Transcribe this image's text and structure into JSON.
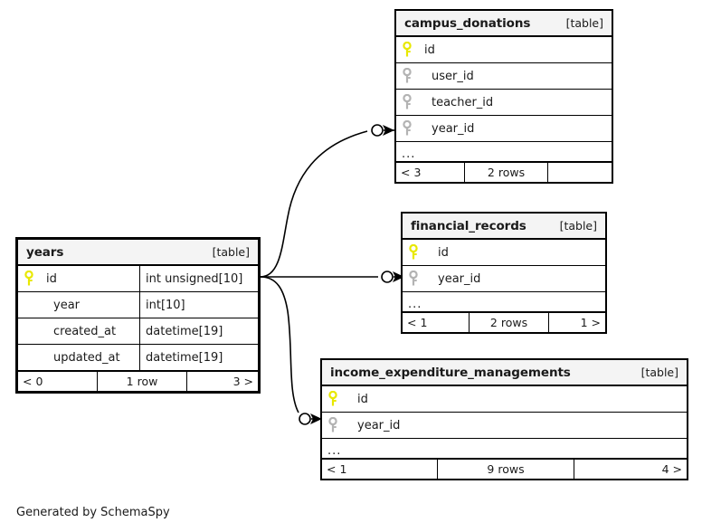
{
  "diagram": {
    "generator_credit": "Generated by SchemaSpy",
    "table_tag": "[table]",
    "ellipsis": "...",
    "colors": {
      "primary_key": "#e8e800",
      "foreign_key": "#b3b3b3",
      "border": "#000000",
      "header_background": "#f4f4f4",
      "background": "#ffffff",
      "text": "#1a1a1a"
    },
    "tables": [
      {
        "id": "campus_donations",
        "name": "campus_donations",
        "type_tag": "[table]",
        "columns": [
          {
            "name": "id",
            "key": "primary",
            "type": ""
          },
          {
            "name": "user_id",
            "key": "foreign",
            "type": ""
          },
          {
            "name": "teacher_id",
            "key": "foreign",
            "type": ""
          },
          {
            "name": "year_id",
            "key": "foreign",
            "type": ""
          }
        ],
        "has_ellipsis": true,
        "footer": {
          "left": "< 3",
          "center": "2 rows",
          "right": ""
        }
      },
      {
        "id": "financial_records",
        "name": "financial_records",
        "type_tag": "[table]",
        "columns": [
          {
            "name": "id",
            "key": "primary",
            "type": ""
          },
          {
            "name": "year_id",
            "key": "foreign",
            "type": ""
          }
        ],
        "has_ellipsis": true,
        "footer": {
          "left": "< 1",
          "center": "2 rows",
          "right": "1 >"
        }
      },
      {
        "id": "income_expenditure_managements",
        "name": "income_expenditure_managements",
        "type_tag": "[table]",
        "columns": [
          {
            "name": "id",
            "key": "primary",
            "type": ""
          },
          {
            "name": "year_id",
            "key": "foreign",
            "type": ""
          }
        ],
        "has_ellipsis": true,
        "footer": {
          "left": "< 1",
          "center": "9 rows",
          "right": "4 >"
        }
      },
      {
        "id": "years",
        "name": "years",
        "type_tag": "[table]",
        "columns": [
          {
            "name": "id",
            "key": "primary",
            "type": "int unsigned[10]"
          },
          {
            "name": "year",
            "key": "none",
            "type": "int[10]"
          },
          {
            "name": "created_at",
            "key": "none",
            "type": "datetime[19]"
          },
          {
            "name": "updated_at",
            "key": "none",
            "type": "datetime[19]"
          }
        ],
        "has_ellipsis": false,
        "footer": {
          "left": "< 0",
          "center": "1 row",
          "right": "3 >"
        }
      }
    ],
    "relationships": [
      {
        "from": "years.id",
        "to": "campus_donations.year_id"
      },
      {
        "from": "years.id",
        "to": "financial_records.year_id"
      },
      {
        "from": "years.id",
        "to": "income_expenditure_managements.year_id"
      }
    ]
  }
}
